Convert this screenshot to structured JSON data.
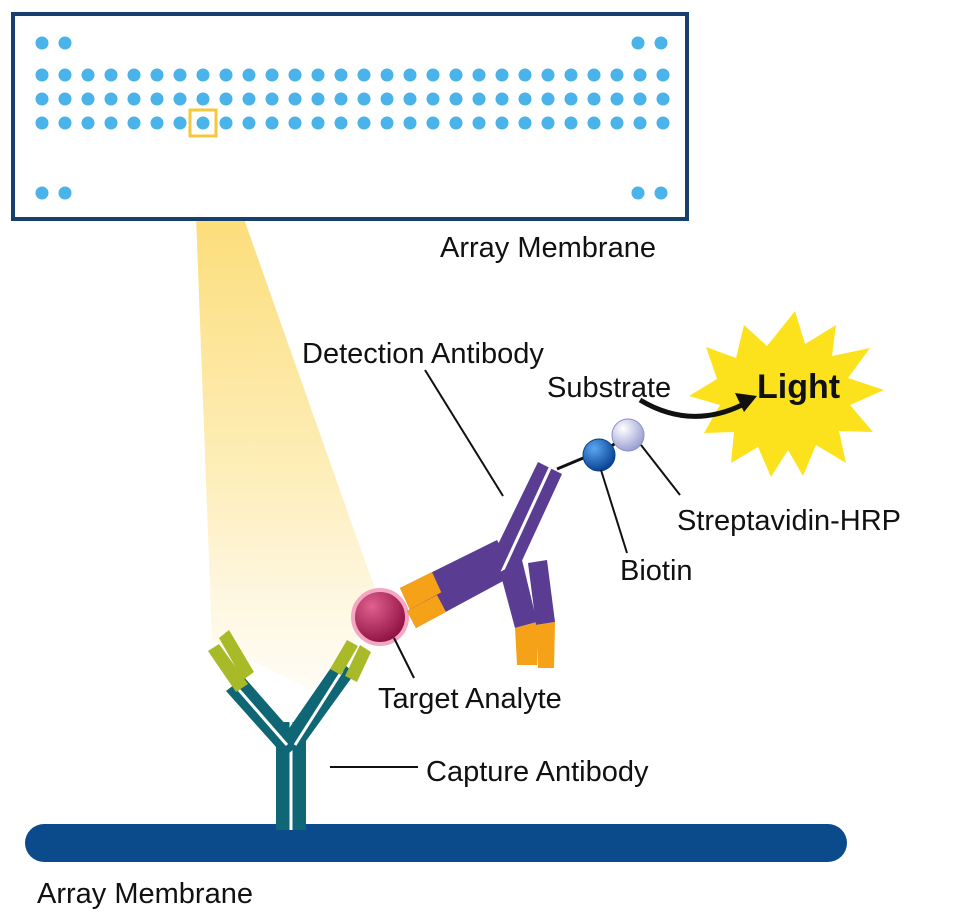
{
  "labels": {
    "array_membrane_top": "Array Membrane",
    "detection_antibody": "Detection Antibody",
    "substrate": "Substrate",
    "light": "Light",
    "streptavidin_hrp": "Streptavidin-HRP",
    "biotin": "Biotin",
    "target_analyte": "Target Analyte",
    "capture_antibody": "Capture Antibody",
    "array_membrane_bottom": "Array Membrane"
  },
  "array_grid": {
    "main_rows": 3,
    "main_columns": 28,
    "corner_dots_per_corner": 2,
    "highlighted_spot": {
      "row": 3,
      "column": 8
    }
  },
  "colors": {
    "frame": "#17406e",
    "spot": "#4ab3ea",
    "highlight": "#f3c83e",
    "beam": "#fbd96a",
    "capture_stem": "#0f6675",
    "capture_tips": "#a8ba28",
    "detection_body": "#5a3d93",
    "detection_tips": "#f6a218",
    "analyte": "#9c1b4b",
    "analyte_ring": "#f5a6c2",
    "biotin": "#0d55a6",
    "streptavidin": "#a9aed9",
    "light_burst": "#fce21d",
    "membrane_bar": "#0b4a8b"
  }
}
